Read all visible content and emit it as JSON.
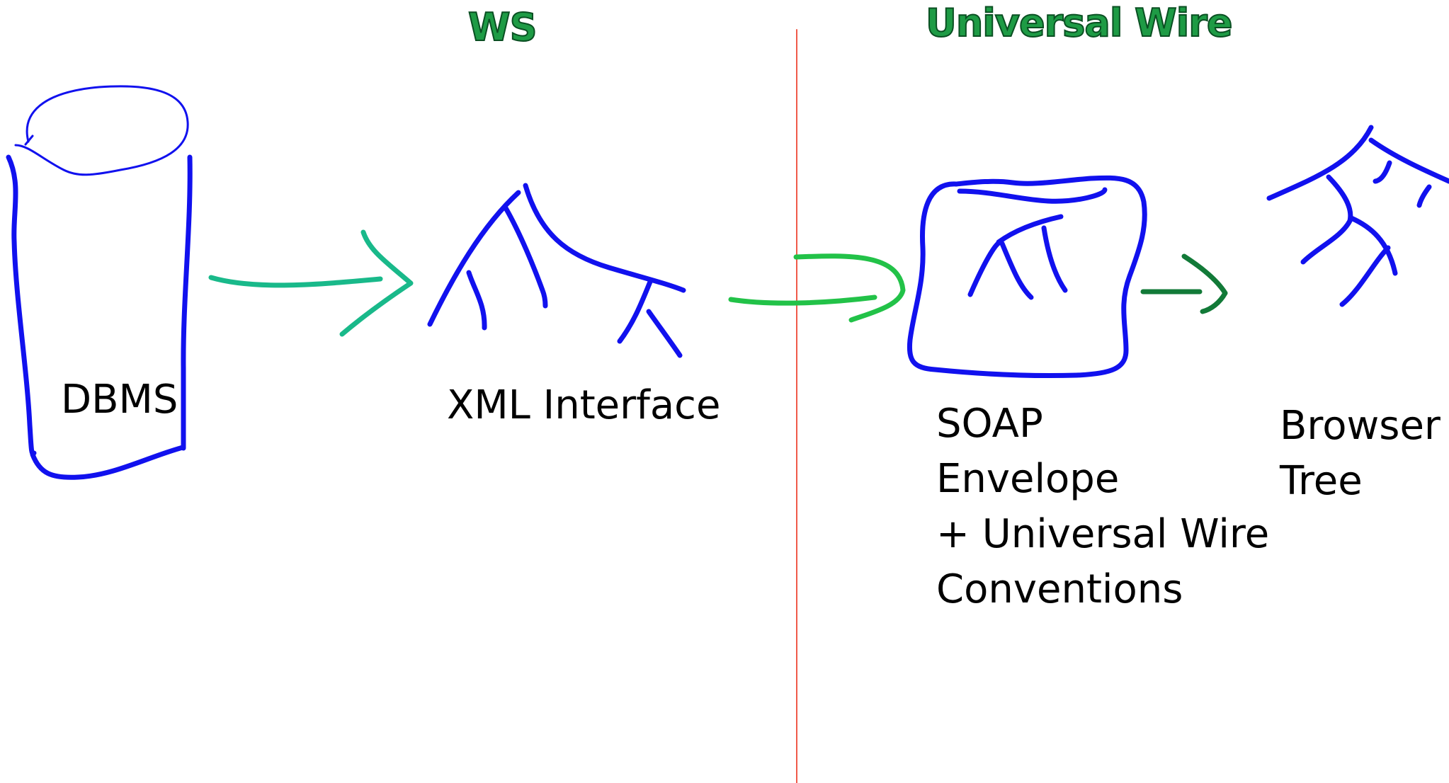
{
  "headings": {
    "ws": "WS",
    "universal_wire": "Universal Wire"
  },
  "labels": {
    "dbms": "DBMS",
    "xml_interface": "XML Interface",
    "soap_lines": [
      "SOAP",
      "Envelope",
      "+ Universal Wire",
      "Conventions"
    ],
    "browser_lines": [
      "Browser",
      "Tree"
    ]
  },
  "colors": {
    "ink_blue": "#1111ee",
    "arrow_green": "#19b98a",
    "arrow_green_bright": "#22c248",
    "arrow_green_dark": "#127a38",
    "divider_red": "#f05a4a",
    "heading_green": "#1e9b45"
  }
}
